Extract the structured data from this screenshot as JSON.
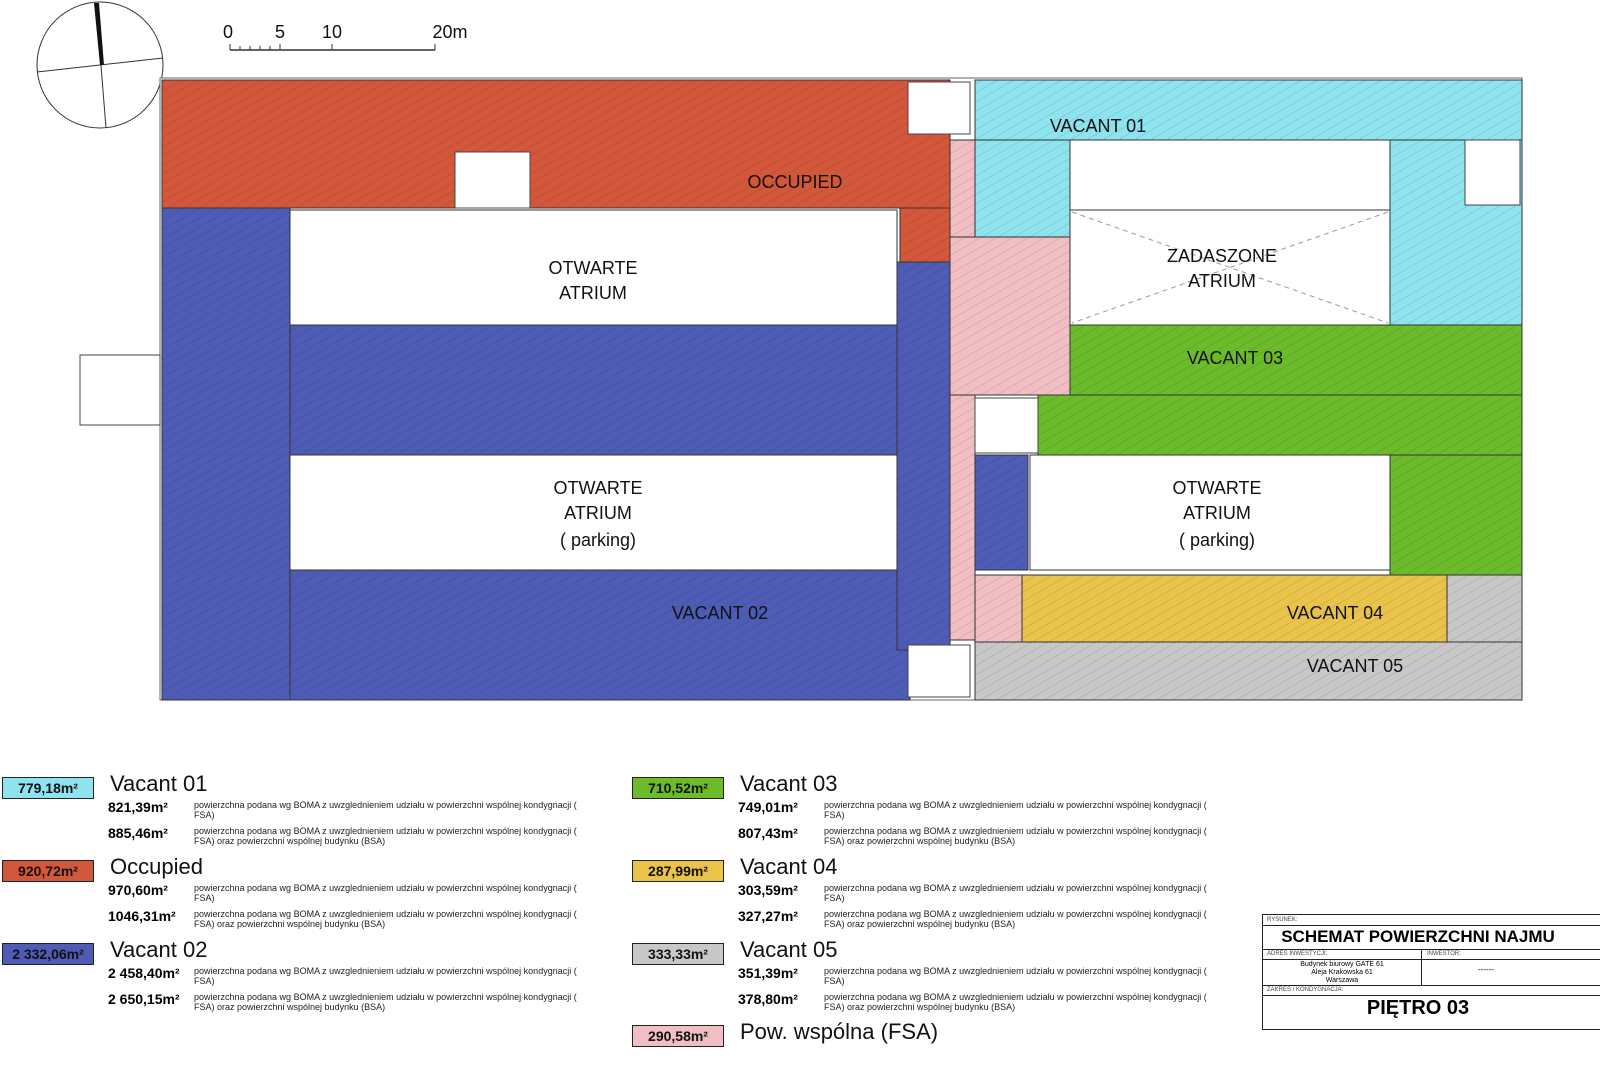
{
  "scale": {
    "ticks": [
      "0",
      "5",
      "10",
      "20m"
    ]
  },
  "zones": {
    "vacant01": "VACANT 01",
    "occupied": "OCCUPIED",
    "vacant02": "VACANT 02",
    "vacant03": "VACANT 03",
    "vacant04": "VACANT 04",
    "vacant05": "VACANT 05",
    "atrium1a": "OTWARTE",
    "atrium1b": "ATRIUM",
    "atrium2a": "OTWARTE",
    "atrium2b": "ATRIUM",
    "atrium2c": "( parking)",
    "atrium3a": "OTWARTE",
    "atrium3b": "ATRIUM",
    "atrium3c": "( parking)",
    "covered_a": "ZADASZONE",
    "covered_b": "ATRIUM"
  },
  "colors": {
    "vacant01": "#8ee3ef",
    "occupied": "#d3583b",
    "vacant02": "#4f5cb6",
    "vacant03": "#6cbb2a",
    "vacant04": "#e9c34a",
    "vacant05": "#c8c8c8",
    "common": "#f1bec3"
  },
  "desc_fsa": "powierzchna podana wg BOMA z uwzglednieniem udziału w powierzchni wspólnej kondygnacji ( FSA)",
  "desc_bsa": "powierzchna podana wg BOMA z uwzglednieniem udziału w powierzchni wspólnej kondygnacji ( FSA) oraz powierzchni wspólnej budynku (BSA)",
  "legend": [
    {
      "area": "779,18m²",
      "name": "Vacant 01",
      "fsa": "821,39m²",
      "bsa": "885,46m²"
    },
    {
      "area": "920,72m²",
      "name": "Occupied",
      "fsa": "970,60m²",
      "bsa": "1046,31m²"
    },
    {
      "area": "2 332,06m²",
      "name": "Vacant 02",
      "fsa": "2 458,40m²",
      "bsa": "2 650,15m²"
    },
    {
      "area": "710,52m²",
      "name": "Vacant 03",
      "fsa": "749,01m²",
      "bsa": "807,43m²"
    },
    {
      "area": "287,99m²",
      "name": "Vacant 04",
      "fsa": "303,59m²",
      "bsa": "327,27m²"
    },
    {
      "area": "333,33m²",
      "name": "Vacant 05",
      "fsa": "351,39m²",
      "bsa": "378,80m²"
    },
    {
      "area": "290,58m²",
      "name": "Pow. wspólna (FSA)"
    }
  ],
  "titleblock": {
    "drawing_label": "RYSUNEK:",
    "title": "SCHEMAT POWIERZCHNI NAJMU",
    "address_label": "ADRES INWESTYCJI:",
    "address1": "Budynek biurowy GATE 61",
    "address2": "Aleja Krakowska 61",
    "address3": "Warszawa",
    "investor_label": "INWESTOR:",
    "investor": "------",
    "scope_label": "ZAKRES / KONDYGNACJA:",
    "floor": "PIĘTRO 03"
  }
}
